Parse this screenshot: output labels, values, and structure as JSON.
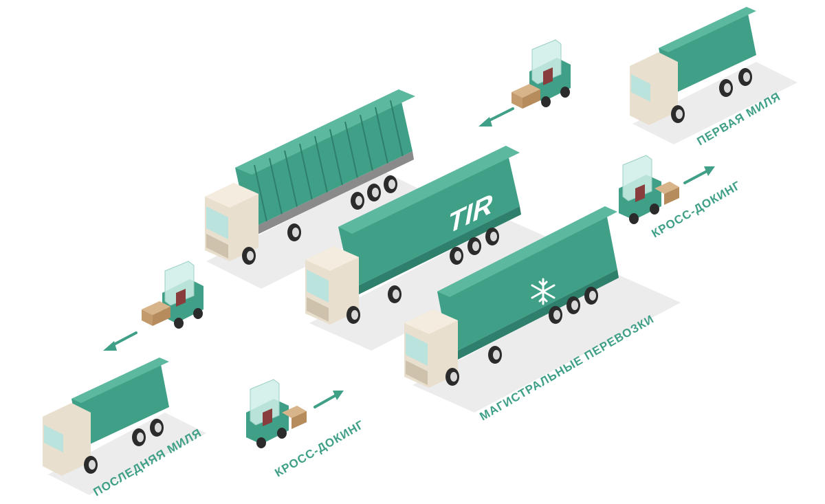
{
  "colors": {
    "accent": "#3f9f87",
    "trailer": "#3f9f87",
    "trailer_dark": "#2e7f6b",
    "cab": "#e9dfcf",
    "cab_shade": "#cfc2ad",
    "glass": "#b9e3dc",
    "wheel": "#2b2b2b",
    "shadow": "#e8e8e8",
    "box": "#d8b48a"
  },
  "labels": {
    "first_mile": "ПЕРВАЯ МИЛЯ",
    "cross_docking_top": "КРОСС-ДОКИНГ",
    "linehaul": "МАГИСТРАЛЬНЫЕ ПЕРЕВОЗКИ",
    "cross_docking_bottom": "КРОСС-ДОКИНГ",
    "last_mile": "ПОСЛЕДНЯЯ МИЛЯ",
    "tir": "TIR"
  },
  "icons": {
    "snowflake": "snowflake-icon",
    "arrow": "arrow-icon",
    "forklift": "forklift-icon"
  }
}
